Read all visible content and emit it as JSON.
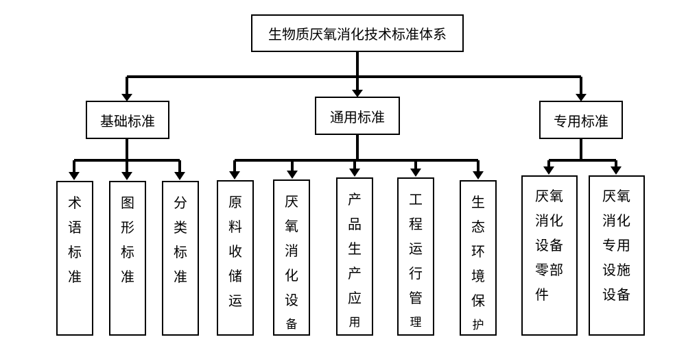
{
  "root": "生物质厌氧消化技术标准体系",
  "groups": [
    {
      "label": "基础标准",
      "items": [
        "术语标准",
        "图形标准",
        "分类标准"
      ]
    },
    {
      "label": "通用标准",
      "items": [
        "原料收储运",
        "厌氧消化设备",
        "产品生产应用",
        "工程运行管理",
        "生态环境保护"
      ]
    },
    {
      "label": "专用标准",
      "items": [
        "厌氧消化设备零部件",
        "厌氧消化专用设施设备"
      ]
    }
  ]
}
